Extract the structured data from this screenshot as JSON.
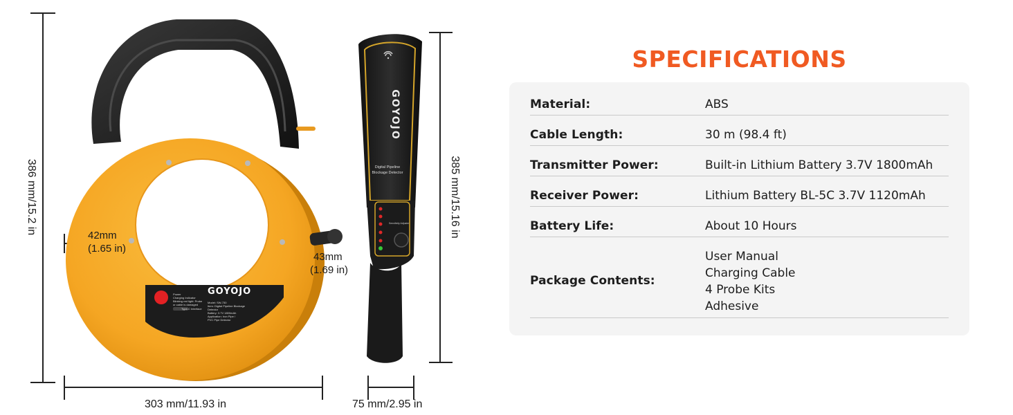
{
  "dimensions": {
    "reel_height": "386 mm/15.2 in",
    "reel_width": "303 mm/11.93 in",
    "reel_thickness": "42mm",
    "reel_thickness_in": "(1.65 in)",
    "receiver_height": "385 mm/15.16 in",
    "receiver_width": "75 mm/2.95 in",
    "receiver_thickness": "43mm",
    "receiver_thickness_in": "(1.69 in)"
  },
  "product": {
    "brand": "GOYOJO",
    "receiver_label_line1": "Digital Pipeline",
    "receiver_label_line2": "Blockage Detector",
    "reel_panel_line1": "Power",
    "reel_panel_line2": "Charging Indicator",
    "reel_panel_line3": "Blinking red light: Probe",
    "reel_panel_line4": "or cable is damaged",
    "reel_panel_line5": "Type-C Interface",
    "reel_info_1": "Model: SW-730",
    "reel_info_2": "Item: Digital Pipeline Blockage",
    "reel_info_3": "Detector",
    "reel_info_4": "Battery: 3.7V 1800mAh",
    "reel_info_5": "Application: Iron Pipe /",
    "reel_info_6": "PVC Pipe Detector",
    "sensitivity_label": "Sensitivity Adjuster"
  },
  "colors": {
    "accent": "#f05a22",
    "reel_orange": "#f5a623",
    "body_black": "#1c1c1c",
    "card_bg": "#f4f4f4"
  },
  "specs": {
    "title": "SPECIFICATIONS",
    "rows": [
      {
        "key": "Material:",
        "value": [
          "ABS"
        ]
      },
      {
        "key": "Cable Length:",
        "value": [
          "30 m (98.4 ft)"
        ]
      },
      {
        "key": "Transmitter Power:",
        "value": [
          "Built-in Lithium Battery 3.7V 1800mAh"
        ]
      },
      {
        "key": "Receiver Power:",
        "value": [
          "Lithium Battery BL-5C 3.7V 1120mAh"
        ]
      },
      {
        "key": "Battery Life:",
        "value": [
          "About 10 Hours"
        ]
      },
      {
        "key": "Package Contents:",
        "value": [
          "User Manual",
          "Charging Cable",
          "4 Probe Kits",
          "Adhesive"
        ]
      }
    ]
  }
}
